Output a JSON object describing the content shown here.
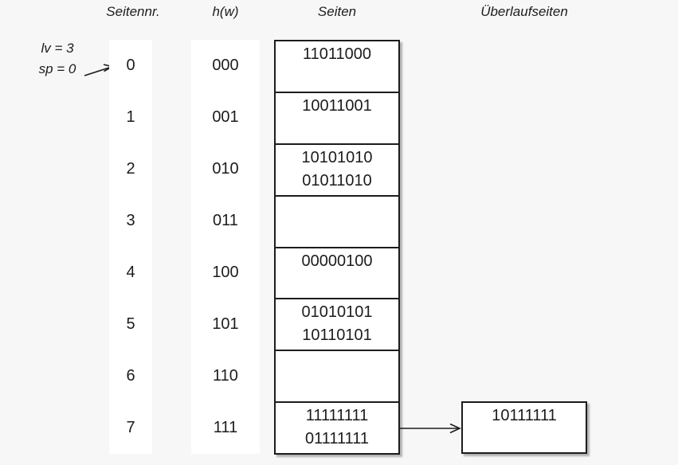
{
  "colors": {
    "background": "#f7f7f7",
    "ink": "#1c1c1c",
    "cell_fill": "#ffffff"
  },
  "headers": {
    "seitennr": "Seitennr.",
    "hw": "h(w)",
    "seiten": "Seiten",
    "ueberlaufseiten": "Überlaufseiten"
  },
  "annotation": {
    "lv": "lv = 3",
    "sp": "sp = 0"
  },
  "icons": {
    "annotation_arrow": "arrow-up-right",
    "overflow_arrow": "arrow-right"
  },
  "rows": [
    {
      "nr": "0",
      "hw": "000",
      "values": [
        "11011000"
      ]
    },
    {
      "nr": "1",
      "hw": "001",
      "values": [
        "10011001"
      ]
    },
    {
      "nr": "2",
      "hw": "010",
      "values": [
        "10101010",
        "01011010"
      ]
    },
    {
      "nr": "3",
      "hw": "011",
      "values": []
    },
    {
      "nr": "4",
      "hw": "100",
      "values": [
        "00000100"
      ]
    },
    {
      "nr": "5",
      "hw": "101",
      "values": [
        "01010101",
        "10110101"
      ]
    },
    {
      "nr": "6",
      "hw": "110",
      "values": []
    },
    {
      "nr": "7",
      "hw": "111",
      "values": [
        "11111111",
        "01111111"
      ]
    }
  ],
  "overflow": {
    "attached_to_row": "7",
    "values": [
      "10111111"
    ]
  }
}
